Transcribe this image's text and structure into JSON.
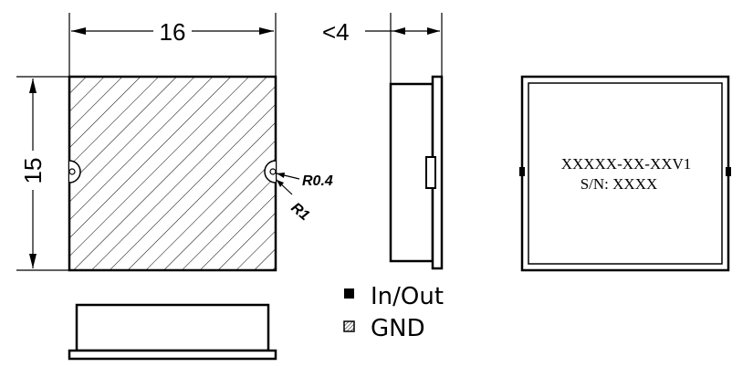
{
  "dimensions": {
    "width": "16",
    "height": "15",
    "thickness": "<4"
  },
  "radius_notes": {
    "pad_radius": "R0.4",
    "slot_radius": "R1"
  },
  "legend": {
    "in_out_label": "In/Out",
    "gnd_label": "GND"
  },
  "label_view": {
    "part_number": "XXXXX-XX-XXV1",
    "serial_number": "S/N: XXXX"
  }
}
